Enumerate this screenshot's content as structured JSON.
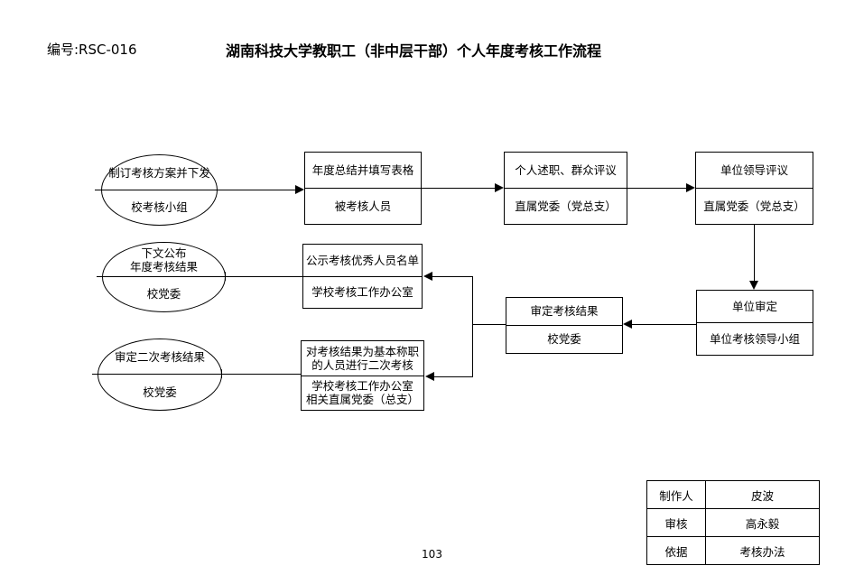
{
  "header": {
    "doc_code": "编号:RSC-016",
    "title": "湖南科技大学教职工（非中层干部）个人年度考核工作流程"
  },
  "flow": {
    "nodes": [
      {
        "id": "n1",
        "shape": "ellipse",
        "task": [
          "制订考核方案并下发"
        ],
        "owner": [
          "校考核小组"
        ]
      },
      {
        "id": "n2",
        "shape": "rect",
        "task": [
          "年度总结并填写表格"
        ],
        "owner": [
          "被考核人员"
        ]
      },
      {
        "id": "n3",
        "shape": "rect",
        "task": [
          "个人述职、群众评议"
        ],
        "owner": [
          "直属党委（党总支）"
        ]
      },
      {
        "id": "n4",
        "shape": "rect",
        "task": [
          "单位领导评议"
        ],
        "owner": [
          "直属党委（党总支）"
        ]
      },
      {
        "id": "n5",
        "shape": "rect",
        "task": [
          "单位审定"
        ],
        "owner": [
          "单位考核领导小组"
        ]
      },
      {
        "id": "n6",
        "shape": "rect",
        "task": [
          "审定考核结果"
        ],
        "owner": [
          "校党委"
        ]
      },
      {
        "id": "n7",
        "shape": "rect",
        "task": [
          "公示考核优秀人员名单"
        ],
        "owner": [
          "学校考核工作办公室"
        ]
      },
      {
        "id": "n8",
        "shape": "ellipse",
        "task": [
          "下文公布",
          "年度考核结果"
        ],
        "owner": [
          "校党委"
        ]
      },
      {
        "id": "n9",
        "shape": "rect",
        "task": [
          "对考核结果为基本称职",
          "的人员进行二次考核"
        ],
        "owner": [
          "学校考核工作办公室",
          "相关直属党委（总支）"
        ]
      },
      {
        "id": "n10",
        "shape": "ellipse",
        "task": [
          "审定二次考核结果"
        ],
        "owner": [
          "校党委"
        ]
      }
    ]
  },
  "sign_table": {
    "rows": [
      {
        "key": "制作人",
        "value": "皮波"
      },
      {
        "key": "审核",
        "value": "高永毅"
      },
      {
        "key": "依据",
        "value": "考核办法"
      }
    ]
  },
  "footer": {
    "page_number": "103"
  }
}
